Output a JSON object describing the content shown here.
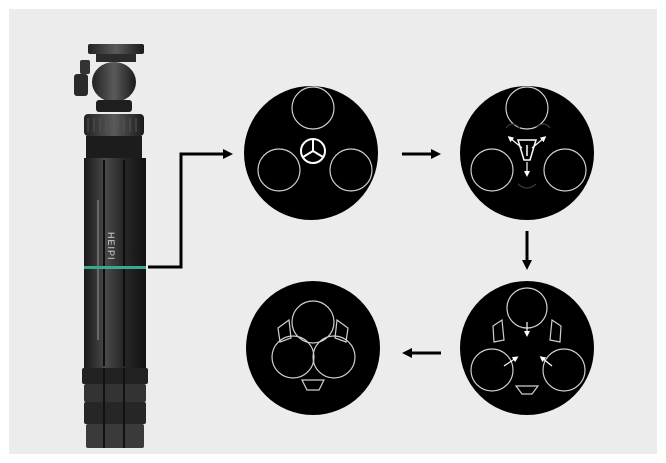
{
  "figure": {
    "tripod_brand": "HEIPI",
    "colors": {
      "panel": "#ececec",
      "disc": "#000000",
      "outline": "#cfcfcf",
      "arrow": "#000000",
      "accent_band": "#3aa88c"
    },
    "steps": [
      {
        "label": "step-1-leg-section-closed"
      },
      {
        "label": "step-2-center-lock-released"
      },
      {
        "label": "step-3-locks-moving-outward"
      },
      {
        "label": "step-4-leg-tubes-separated"
      }
    ]
  }
}
